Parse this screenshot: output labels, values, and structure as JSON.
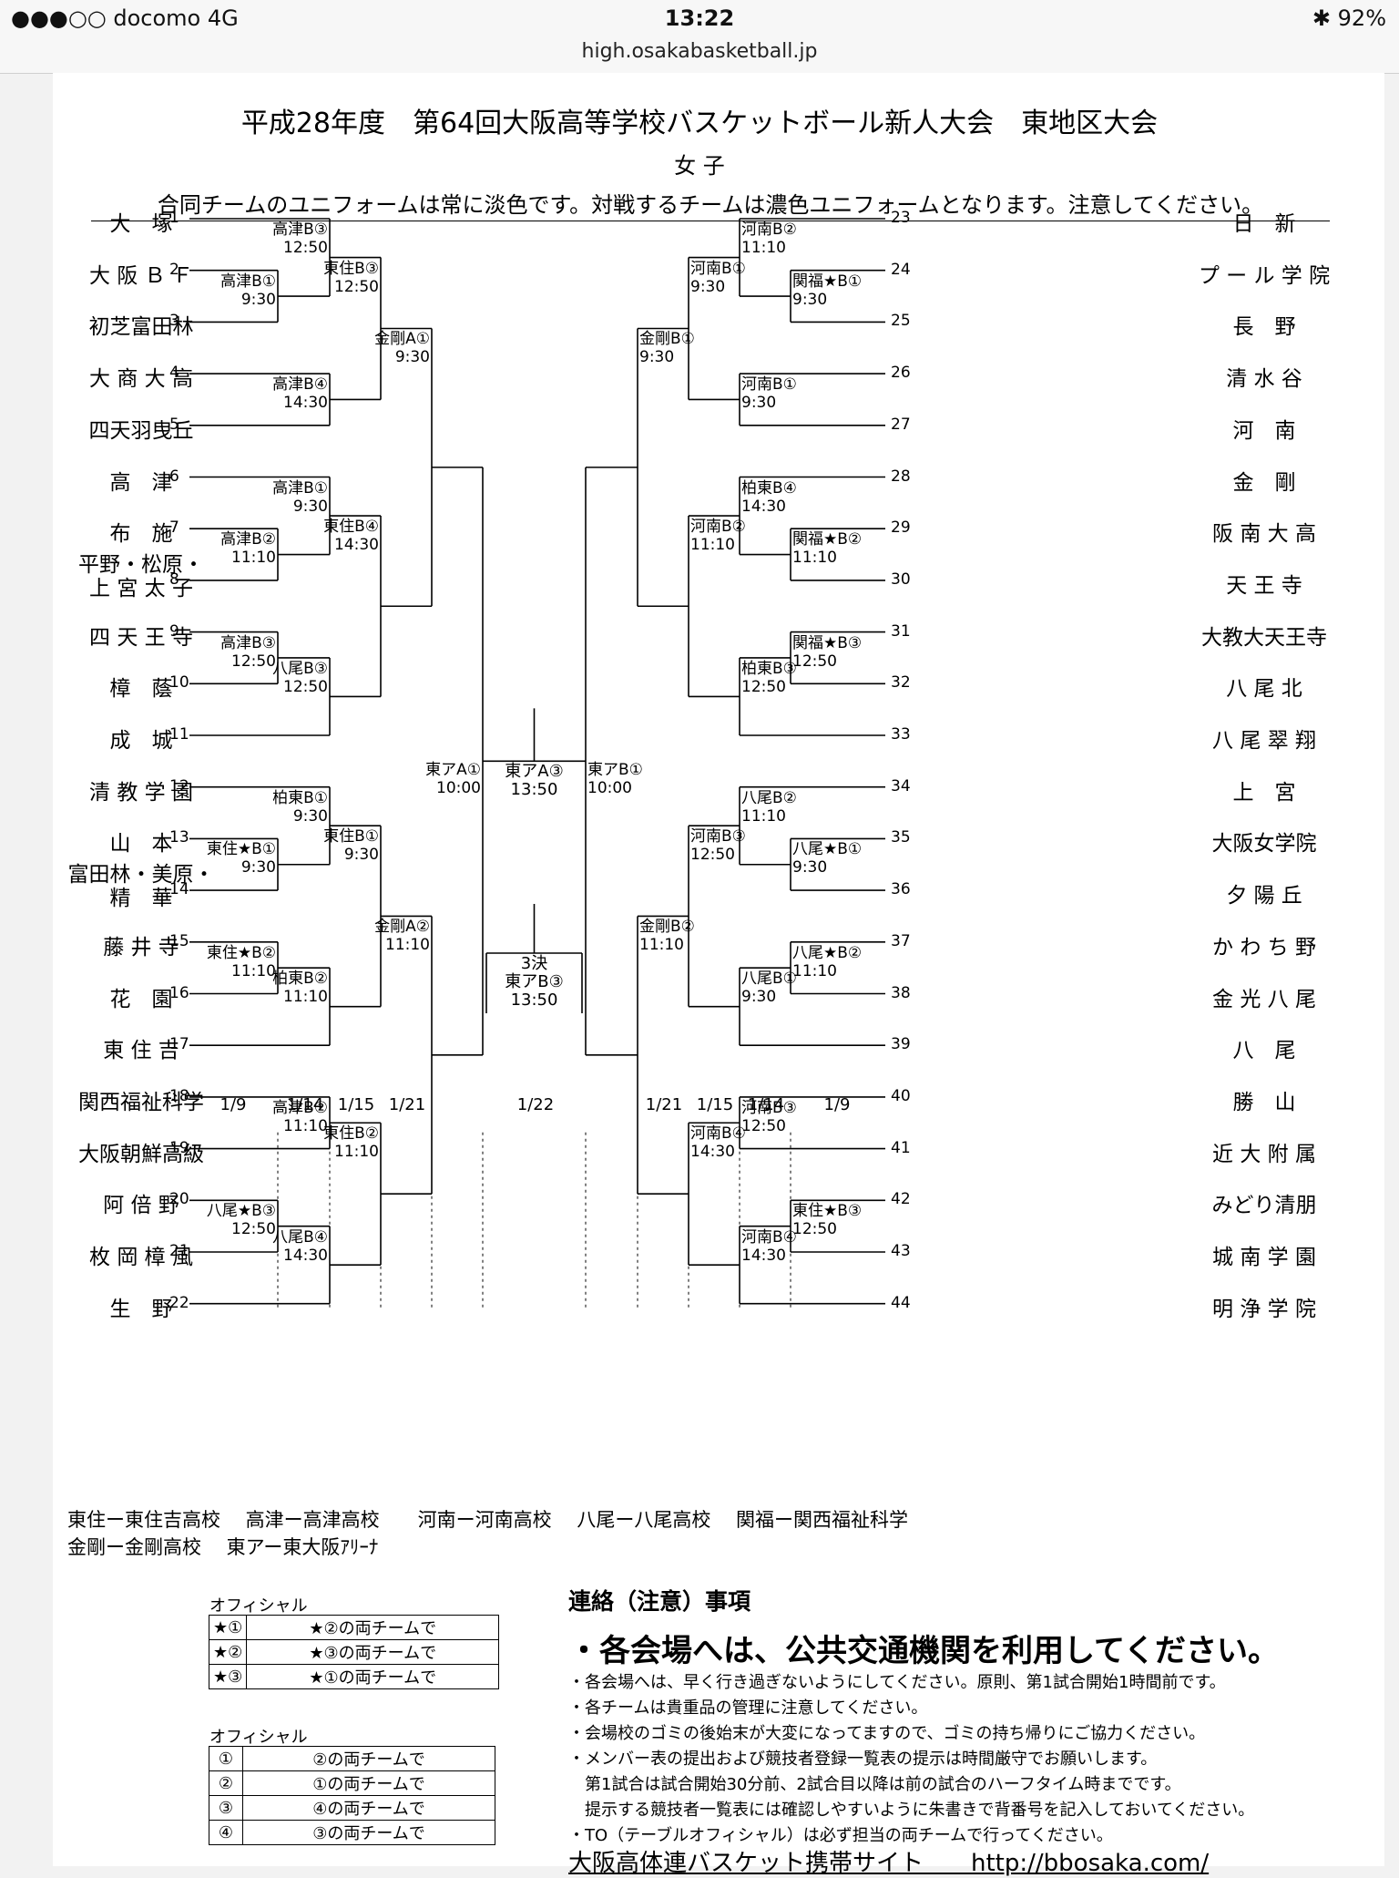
{
  "status_bar": {
    "carrier": "●●●○○ docomo   4G",
    "time": "13:22",
    "battery": "92%",
    "url": "high.osakabasketball.jp"
  },
  "doc": {
    "title": "平成28年度　第64回大阪高等学校バスケットボール新人大会　東地区大会",
    "subtitle": "女 子",
    "notice": "合同チームのユニフォームは常に淡色です。対戦するチームは濃色ユニフォームとなります。注意してください。"
  },
  "left_teams": [
    {
      "n": "1",
      "name": "大　塚"
    },
    {
      "n": "2",
      "name": "大 阪 Ｂ Ｆ"
    },
    {
      "n": "3",
      "name": "初芝富田林"
    },
    {
      "n": "4",
      "name": "大 商 大 高"
    },
    {
      "n": "5",
      "name": "四天羽曳丘"
    },
    {
      "n": "6",
      "name": "高　津"
    },
    {
      "n": "7",
      "name": "布　施"
    },
    {
      "n": "8",
      "name": "平野・松原・\n上 宮 太 子"
    },
    {
      "n": "9",
      "name": "四 天 王 寺"
    },
    {
      "n": "10",
      "name": "樟　蔭"
    },
    {
      "n": "11",
      "name": "成　城"
    },
    {
      "n": "12",
      "name": "清 教 学 園"
    },
    {
      "n": "13",
      "name": "山　本"
    },
    {
      "n": "14",
      "name": "富田林・美原・\n精　華"
    },
    {
      "n": "15",
      "name": "藤 井 寺"
    },
    {
      "n": "16",
      "name": "花　園"
    },
    {
      "n": "17",
      "name": "東 住 吉"
    },
    {
      "n": "18",
      "name": "関西福祉科学"
    },
    {
      "n": "19",
      "name": "大阪朝鮮高級"
    },
    {
      "n": "20",
      "name": "阿 倍 野"
    },
    {
      "n": "21",
      "name": "枚 岡 樟 風"
    },
    {
      "n": "22",
      "name": "生　野"
    }
  ],
  "right_teams": [
    {
      "n": "23",
      "name": "日　新"
    },
    {
      "n": "24",
      "name": "プ ー ル 学 院"
    },
    {
      "n": "25",
      "name": "長　野"
    },
    {
      "n": "26",
      "name": "清 水 谷"
    },
    {
      "n": "27",
      "name": "河　南"
    },
    {
      "n": "28",
      "name": "金　剛"
    },
    {
      "n": "29",
      "name": "阪 南 大 高"
    },
    {
      "n": "30",
      "name": "天 王 寺"
    },
    {
      "n": "31",
      "name": "大教大天王寺"
    },
    {
      "n": "32",
      "name": "八 尾 北"
    },
    {
      "n": "33",
      "name": "八 尾 翠 翔"
    },
    {
      "n": "34",
      "name": "上　宮"
    },
    {
      "n": "35",
      "name": "大阪女学院"
    },
    {
      "n": "36",
      "name": "夕 陽 丘"
    },
    {
      "n": "37",
      "name": "か わ ち 野"
    },
    {
      "n": "38",
      "name": "金 光 八 尾"
    },
    {
      "n": "39",
      "name": "八　尾"
    },
    {
      "n": "40",
      "name": "勝　山"
    },
    {
      "n": "41",
      "name": "近 大 附 属"
    },
    {
      "n": "42",
      "name": "みどり清朋"
    },
    {
      "n": "43",
      "name": "城 南 学 園"
    },
    {
      "n": "44",
      "name": "明 浄 学 院"
    }
  ],
  "left_games": {
    "g1_2": {
      "venue": "高津B①",
      "time": "9:30"
    },
    "g7_8": {
      "venue": "高津B②",
      "time": "11:10"
    },
    "g9_10": {
      "venue": "高津B③",
      "time": "12:50"
    },
    "g13_14": {
      "venue": "東住★B①",
      "time": "9:30"
    },
    "g15_16": {
      "venue": "東住★B②",
      "time": "11:10"
    },
    "g20_21": {
      "venue": "八尾★B③",
      "time": "12:50"
    },
    "r2_a": {
      "venue": "高津B③",
      "time": "12:50"
    },
    "r2_b": {
      "venue": "高津B④",
      "time": "14:30"
    },
    "r2_c": {
      "venue": "高津B①",
      "time": "9:30"
    },
    "r2_d": {
      "venue": "八尾B③",
      "time": "12:50"
    },
    "r2_e": {
      "venue": "柏東B①",
      "time": "9:30"
    },
    "r2_f": {
      "venue": "柏東B②",
      "time": "11:10"
    },
    "r2_g": {
      "venue": "高津B②",
      "time": "11:10"
    },
    "r2_h": {
      "venue": "八尾B④",
      "time": "14:30"
    },
    "r3_a": {
      "venue": "東住B③",
      "time": "12:50"
    },
    "r3_b": {
      "venue": "東住B④",
      "time": "14:30"
    },
    "r3_c": {
      "venue": "東住B①",
      "time": "9:30"
    },
    "r3_d": {
      "venue": "東住B②",
      "time": "11:10"
    },
    "r4_a": {
      "venue": "金剛A①",
      "time": "9:30"
    },
    "r4_b": {
      "venue": "金剛A②",
      "time": "11:10"
    },
    "sf": {
      "venue": "東アA①",
      "time": "10:00"
    }
  },
  "right_games": {
    "g24_25": {
      "venue": "関福★B①",
      "time": "9:30"
    },
    "g29_30": {
      "venue": "関福★B②",
      "time": "11:10"
    },
    "g31_32": {
      "venue": "関福★B③",
      "time": "12:50"
    },
    "g35_36": {
      "venue": "八尾★B①",
      "time": "9:30"
    },
    "g37_38": {
      "venue": "八尾★B②",
      "time": "11:10"
    },
    "g42_43": {
      "venue": "東住★B③",
      "time": "12:50"
    },
    "r2_a": {
      "venue": "河南B②",
      "time": "11:10"
    },
    "r2_b": {
      "venue": "河南B①",
      "time": "9:30"
    },
    "r2_c": {
      "venue": "柏東B④",
      "time": "14:30"
    },
    "r2_d": {
      "venue": "柏東B③",
      "time": "12:50"
    },
    "r2_e": {
      "venue": "八尾B②",
      "time": "11:10"
    },
    "r2_f": {
      "venue": "八尾B①",
      "time": "9:30"
    },
    "r2_g": {
      "venue": "河南B③",
      "time": "12:50"
    },
    "r2_h": {
      "venue": "河南B④",
      "time": "14:30"
    },
    "r3_a": {
      "venue": "河南B①",
      "time": "9:30"
    },
    "r3_b": {
      "venue": "河南B②",
      "time": "11:10"
    },
    "r3_c": {
      "venue": "河南B③",
      "time": "12:50"
    },
    "r3_d": {
      "venue": "河南B④",
      "time": "14:30"
    },
    "r4_a": {
      "venue": "金剛B①",
      "time": "9:30"
    },
    "r4_b": {
      "venue": "金剛B②",
      "time": "11:10"
    },
    "sf": {
      "venue": "東アB①",
      "time": "10:00"
    }
  },
  "final": {
    "venue": "東アA③",
    "time": "13:50"
  },
  "third_place": {
    "label": "3決",
    "venue": "東アB③",
    "time": "13:50"
  },
  "dates": [
    "1/9",
    "1/14",
    "1/15",
    "1/21",
    "1/22",
    "1/21",
    "1/15",
    "1/14",
    "1/9"
  ],
  "abbreviations": {
    "line1": "東住ー東住吉高校　 高津ー高津高校　　河南ー河南高校　 八尾ー八尾高校　 関福ー関西福祉科学",
    "line2": "金剛ー金剛高校　 東アー東大阪ｱﾘｰﾅ"
  },
  "official_star": {
    "title": "オフィシャル",
    "rows": [
      {
        "k": "★①",
        "v": "★②の両チームで"
      },
      {
        "k": "★②",
        "v": "★③の両チームで"
      },
      {
        "k": "★③",
        "v": "★①の両チームで"
      }
    ]
  },
  "official_plain": {
    "title": "オフィシャル",
    "rows": [
      {
        "k": "①",
        "v": "②の両チームで"
      },
      {
        "k": "②",
        "v": "①の両チームで"
      },
      {
        "k": "③",
        "v": "④の両チームで"
      },
      {
        "k": "④",
        "v": "③の両チームで"
      }
    ]
  },
  "notes": {
    "heading": "連絡（注意）事項",
    "big": "・各会場へは、公共交通機関を利用してください。",
    "items": [
      "・各会場へは、早く行き過ぎないようにしてください。原則、第1試合開始1時間前です。",
      "・各チームは貴重品の管理に注意してください。",
      "・会場校のゴミの後始末が大変になってますので、ゴミの持ち帰りにご協力ください。",
      "・メンバー表の提出および競技者登録一覧表の提示は時間厳守でお願いします。",
      "　第1試合は試合開始30分前、2試合目以降は前の試合のハーフタイム時までです。",
      "　提示する競技者一覧表には確認しやすいように朱書きで背番号を記入しておいてください。",
      "・TO（テーブルオフィシャル）は必ず担当の両チームで行ってください。"
    ],
    "footer": "大阪高体連バスケット携帯サイト　　http://bbosaka.com/"
  }
}
